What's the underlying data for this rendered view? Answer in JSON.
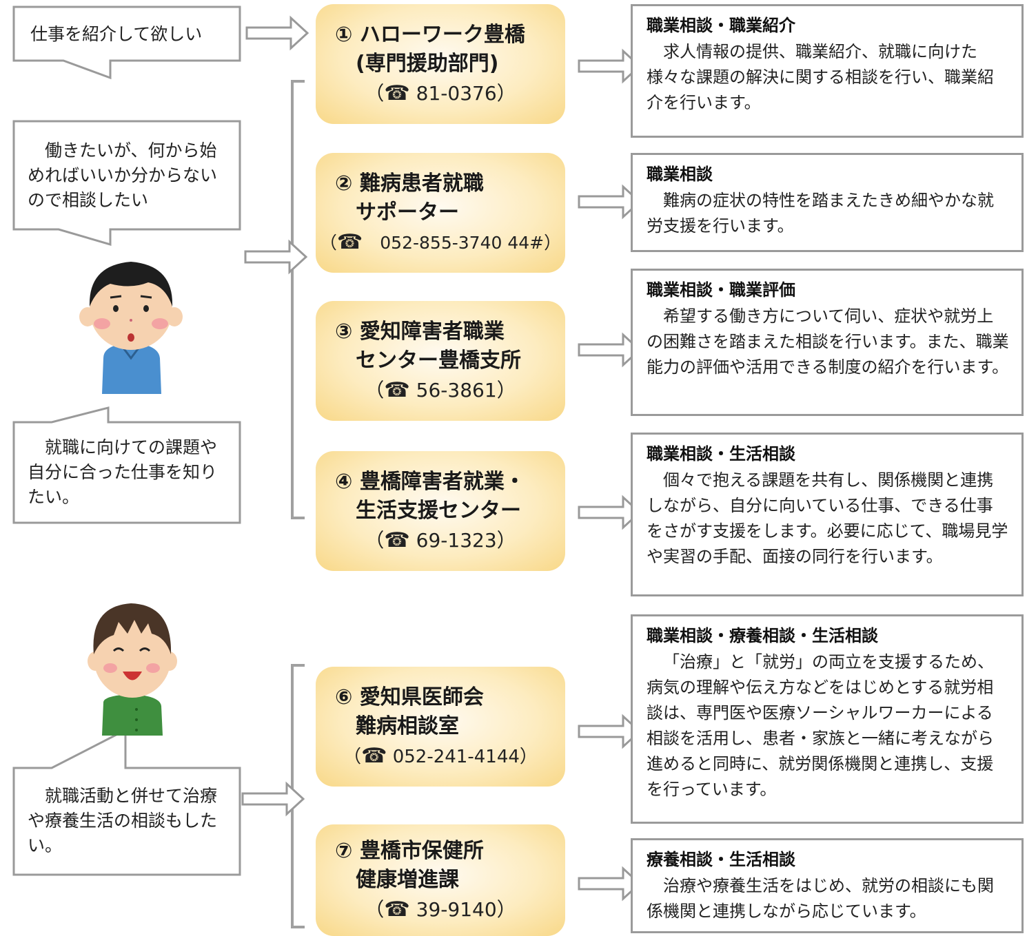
{
  "bubbles": [
    {
      "text": "仕事を紹介して欲しい"
    },
    {
      "text": "　働きたいが、何から始めればいいか分からないので相談したい"
    },
    {
      "text": "　就職に向けての課題や自分に合った仕事を知りたい。"
    },
    {
      "text": "　就職活動と併せて治療や療養生活の相談もしたい。"
    }
  ],
  "organizations": [
    {
      "name": "① ハローワーク豊橋\n　(専門援助部門)",
      "tel": "81-0376"
    },
    {
      "name": "② 難病患者就職\n　サポーター",
      "tel": "052-855-3740 44#"
    },
    {
      "name": "③ 愛知障害者職業\n　センター豊橋支所",
      "tel": "56-3861"
    },
    {
      "name": "④ 豊橋障害者就業・\n　生活支援センター",
      "tel": "69-1323"
    },
    {
      "name": "⑥ 愛知県医師会\n　難病相談室",
      "tel": "052-241-4144"
    },
    {
      "name": "⑦ 豊橋市保健所\n　健康増進課",
      "tel": "39-9140"
    }
  ],
  "services": [
    {
      "heading": "職業相談・職業紹介",
      "body": "求人情報の提供、職業紹介、就職に向けた様々な課題の解決に関する相談を行い、職業紹介を行います。"
    },
    {
      "heading": "職業相談",
      "body": "難病の症状の特性を踏まえたきめ細やかな就労支援を行います。"
    },
    {
      "heading": "職業相談・職業評価",
      "body": "希望する働き方について伺い、症状や就労上の困難さを踏まえた相談を行います。また、職業能力の評価や活用できる制度の紹介を行います。"
    },
    {
      "heading": "職業相談・生活相談",
      "body": "個々で抱える課題を共有し、関係機関と連携しながら、自分に向いている仕事、できる仕事をさがす支援をします。必要に応じて、職場見学や実習の手配、面接の同行を行います。"
    },
    {
      "heading": "職業相談・療養相談・生活相談",
      "body": "「治療」と「就労」の両立を支援するため、病気の理解や伝え方などをはじめとする就労相談は、専門医や医療ソーシャルワーカーによる相談を活用し、患者・家族と一緒に考えながら進めると同時に、就労関係機関と連携し、支援を行っています。"
    },
    {
      "heading": "療養相談・生活相談",
      "body": "治療や療養生活をはじめ、就労の相談にも関係機関と連携しながら応じています。"
    }
  ],
  "icons": {
    "phone": "☎",
    "arrow": "arrow-icon",
    "person1": "boy-icon",
    "person2": "man-icon"
  },
  "colors": {
    "box_border": "#9a9a9a",
    "org_fill": "#f8d888",
    "bracket": "#a0a0a0"
  }
}
